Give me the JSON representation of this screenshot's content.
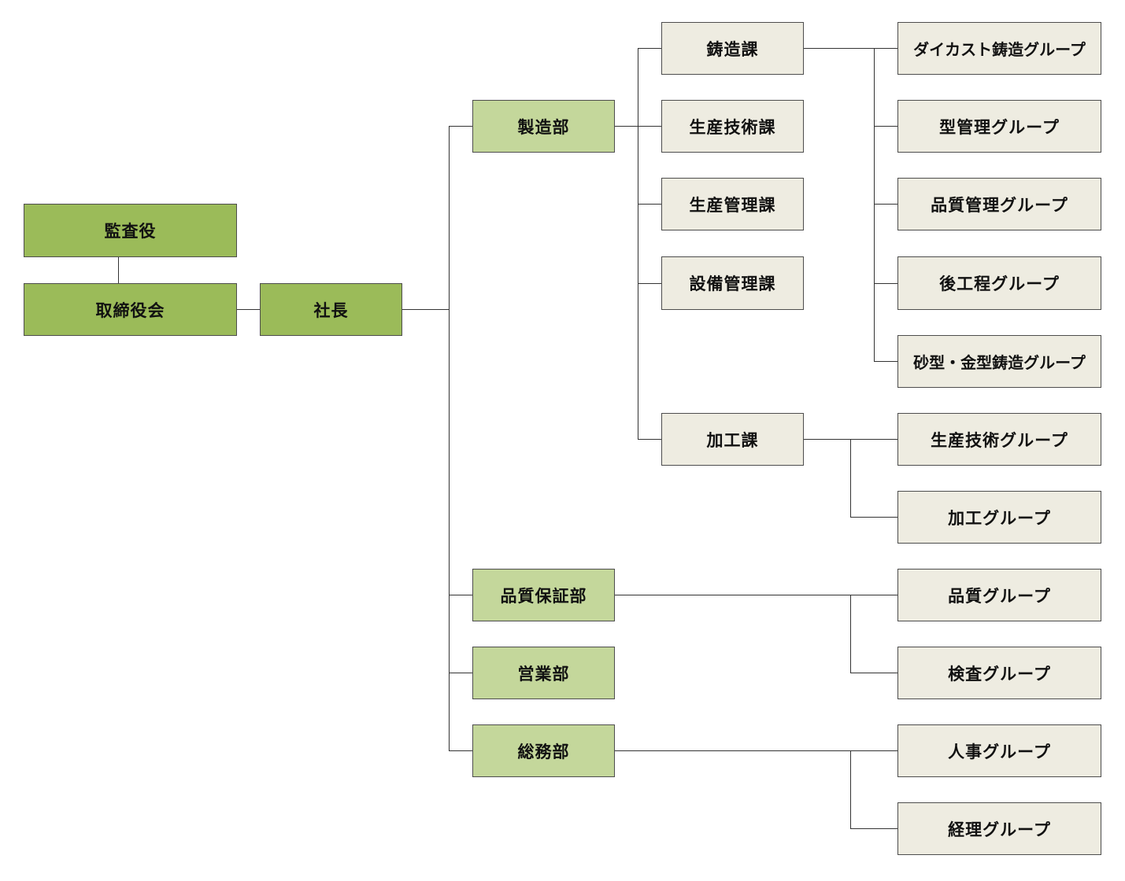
{
  "colors": {
    "executive": "#9bbb59",
    "department": "#c4d79b",
    "section": "#eeece1",
    "line": "#333333"
  },
  "executive": {
    "auditor": "監査役",
    "board": "取締役会",
    "president": "社長"
  },
  "departments": {
    "manufacturing": "製造部",
    "quality_assurance": "品質保証部",
    "sales": "営業部",
    "general_affairs": "総務部"
  },
  "sections": {
    "casting": "鋳造課",
    "production_engineering": "生産技術課",
    "production_control": "生産管理課",
    "equipment_control": "設備管理課",
    "machining": "加工課"
  },
  "groups": {
    "die_casting": "ダイカスト鋳造グループ",
    "mold_control": "型管理グループ",
    "quality_control": "品質管理グループ",
    "post_process": "後工程グループ",
    "sand_metal_casting": "砂型・金型鋳造グループ",
    "production_engineering": "生産技術グループ",
    "machining": "加工グループ",
    "quality": "品質グループ",
    "inspection": "検査グループ",
    "hr": "人事グループ",
    "accounting": "経理グループ"
  }
}
